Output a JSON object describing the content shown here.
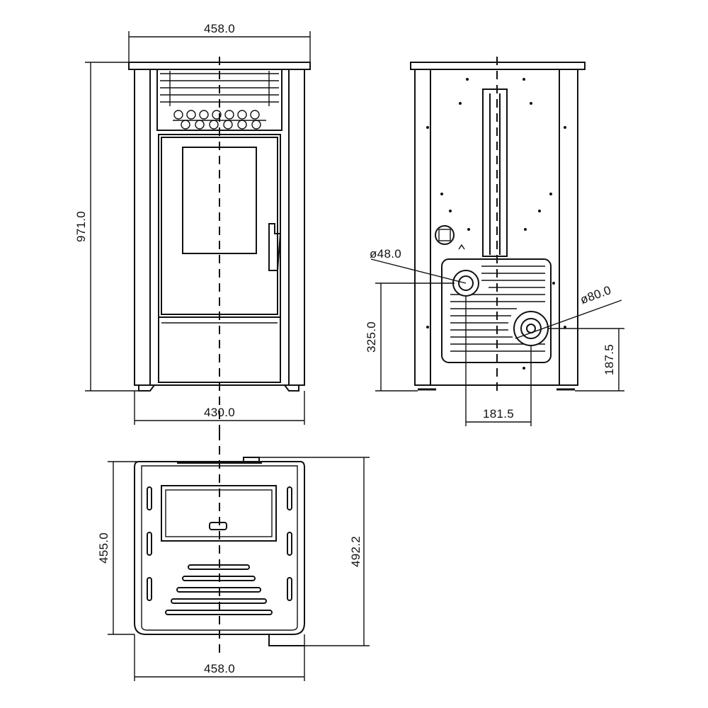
{
  "front_view": {
    "width_top": "458.0",
    "height": "971.0",
    "width_base": "430.0"
  },
  "rear_view": {
    "pipe_small": "ø48.0",
    "pipe_large": "ø80.0",
    "height_small_pipe": "325.0",
    "height_large_pipe": "187.5",
    "pipe_spacing": "181.5"
  },
  "top_view": {
    "depth": "455.0",
    "depth_total": "492.2",
    "width": "458.0"
  },
  "colors": {
    "line": "#111111",
    "background": "#ffffff"
  }
}
